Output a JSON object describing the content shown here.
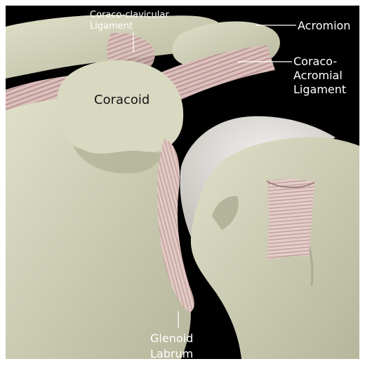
{
  "figure": {
    "description_labels": {
      "coraco_clavicular_line1": "Coraco-clavicular",
      "coraco_clavicular_line2": "Ligament",
      "acromion": "Acromion",
      "coraco_acromial_line1": "Coraco-",
      "coraco_acromial_line2": "Acromial",
      "coraco_acromial_line3": "Ligament",
      "coracoid": "Coracoid",
      "glenoid_line1": "Glenoid",
      "glenoid_line2": "Labrum"
    },
    "colors": {
      "background": "#000000",
      "bone": "#d8d8c0",
      "bone_shadow": "#a9a98f",
      "ligament": "#d9b9b6",
      "ligament_stripe": "#b98f8c",
      "cartilage": "#e6e3df",
      "label_text": "#ffffff"
    }
  }
}
